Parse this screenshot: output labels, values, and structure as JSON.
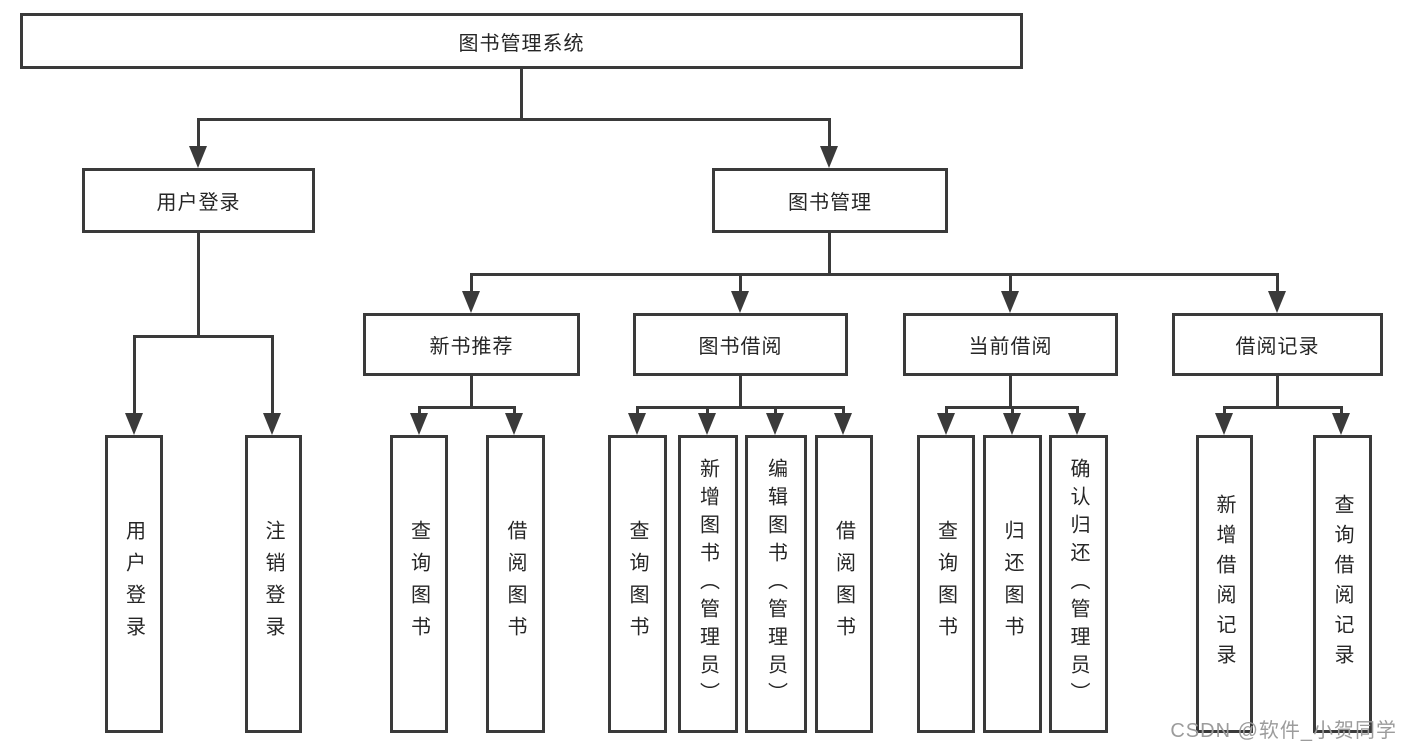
{
  "diagram": {
    "root": "图书管理系统",
    "level2": {
      "user_login": "用户登录",
      "book_management": "图书管理"
    },
    "level3": {
      "new_book_recommend": "新书推荐",
      "book_borrow": "图书借阅",
      "current_borrow": "当前借阅",
      "borrow_records": "借阅记录"
    },
    "leaves": {
      "user_login_children": {
        "login": "用户登录",
        "logout": "注销登录"
      },
      "new_book_recommend_children": {
        "query_books": "查询图书",
        "borrow_books": "借阅图书"
      },
      "book_borrow_children": {
        "query_books": "查询图书",
        "add_books": "新增图书（管理员）",
        "edit_books": "编辑图书（管理员）",
        "borrow_books": "借阅图书"
      },
      "current_borrow_children": {
        "query_books": "查询图书",
        "return_books": "归还图书",
        "confirm_return": "确认归还（管理员）"
      },
      "borrow_records_children": {
        "add_record": "新增借阅记录",
        "query_record": "查询借阅记录"
      }
    }
  },
  "watermark": "CSDN @软件_小贺同学",
  "colors": {
    "line": "#3a3a3a",
    "text": "#262626",
    "background": "#ffffff",
    "watermark": "#9c9c9c"
  }
}
